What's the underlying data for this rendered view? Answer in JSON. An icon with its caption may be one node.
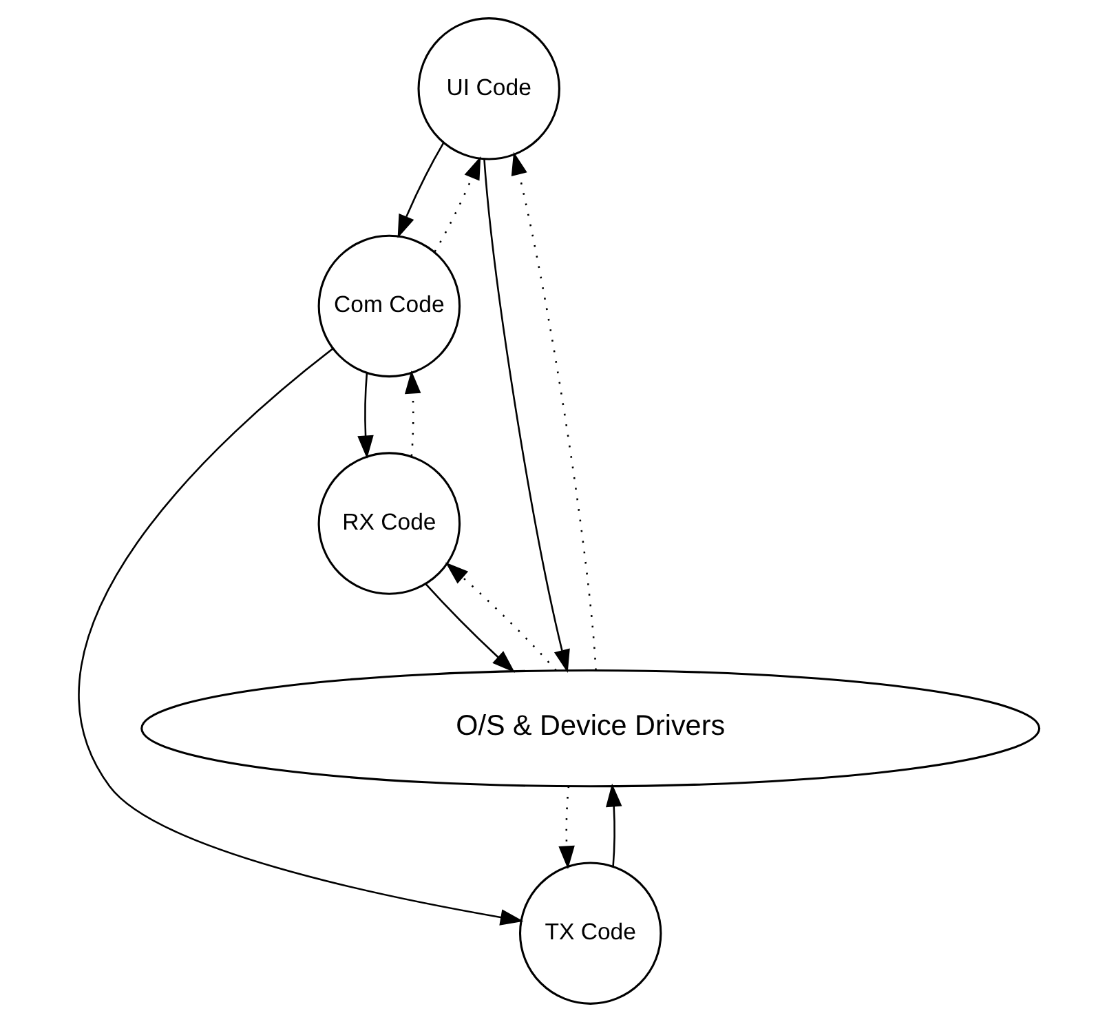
{
  "diagram": {
    "nodes": [
      {
        "text": [
          "UI Code"
        ]
      },
      {
        "text": [
          "Com Code"
        ]
      },
      {
        "text": [
          "TX Code"
        ]
      },
      {
        "text": [
          "RX Code"
        ]
      },
      {
        "text": [
          "O/S & Device Drivers"
        ]
      }
    ],
    "edges": [
      {
        "from": 0,
        "to": 1,
        "arrow": "to"
      },
      {
        "from": 1,
        "to": 0,
        "arrow": "to",
        "style": "dashed"
      },
      {
        "from": 0,
        "to": 4,
        "arrow": "to"
      },
      {
        "from": 4,
        "to": 0,
        "arrow": "to",
        "style": "dashed"
      },
      {
        "from": 1,
        "to": 2,
        "arrow": "to"
      },
      {
        "from": 1,
        "to": 3,
        "arrow": "to"
      },
      {
        "from": 3,
        "to": 1,
        "arrow": "to",
        "style": "dashed"
      },
      {
        "from": 2,
        "to": 4,
        "arrow": "to"
      },
      {
        "from": 4,
        "to": 2,
        "arrow": "to",
        "style": "dashed"
      },
      {
        "from": 3,
        "to": 4,
        "arrow": "to"
      },
      {
        "from": 4,
        "to": 3,
        "arrow": "to",
        "style": "dashed"
      }
    ]
  }
}
